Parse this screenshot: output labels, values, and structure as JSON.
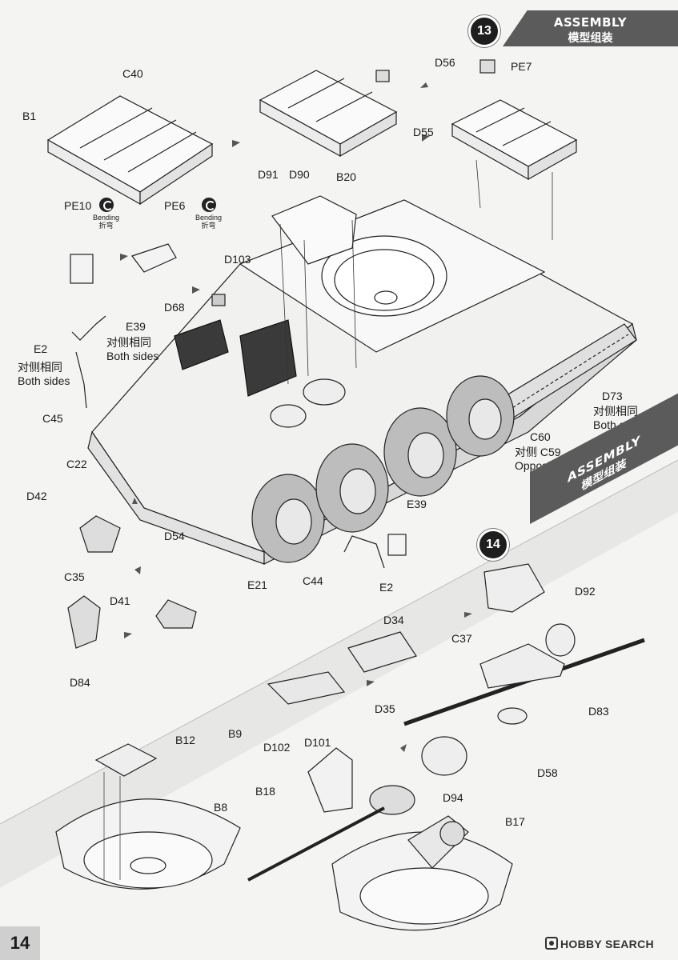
{
  "step13": {
    "number": "13",
    "banner": {
      "title": "ASSEMBLY",
      "subtitle": "模型组装"
    },
    "labels": [
      "C40",
      "B1",
      "D91",
      "D90",
      "B20",
      "D56",
      "PE7",
      "D55",
      "PE10",
      "PE6",
      "D103",
      "D68",
      "E39",
      "E2",
      "C45",
      "C22",
      "D42",
      "D54",
      "E21",
      "D41",
      "C35",
      "D84",
      "C44",
      "E39",
      "E2",
      "D73",
      "C60"
    ],
    "bending": {
      "label": "Bending",
      "label_cn": "折弯"
    },
    "notes": {
      "both_sides_cn": "对侧相同",
      "both_sides": "Both sides",
      "opposite_cn": "对侧  C59",
      "opposite": "Opposites C59"
    }
  },
  "step14": {
    "number": "14",
    "banner": {
      "title": "ASSEMBLY",
      "subtitle": "模型组装"
    },
    "labels": [
      "D92",
      "D34",
      "C37",
      "D35",
      "D83",
      "B9",
      "D102",
      "D101",
      "B12",
      "D58",
      "D94",
      "B18",
      "B8",
      "B17"
    ]
  },
  "page_number": "14",
  "watermark": "HOBBY SEARCH"
}
